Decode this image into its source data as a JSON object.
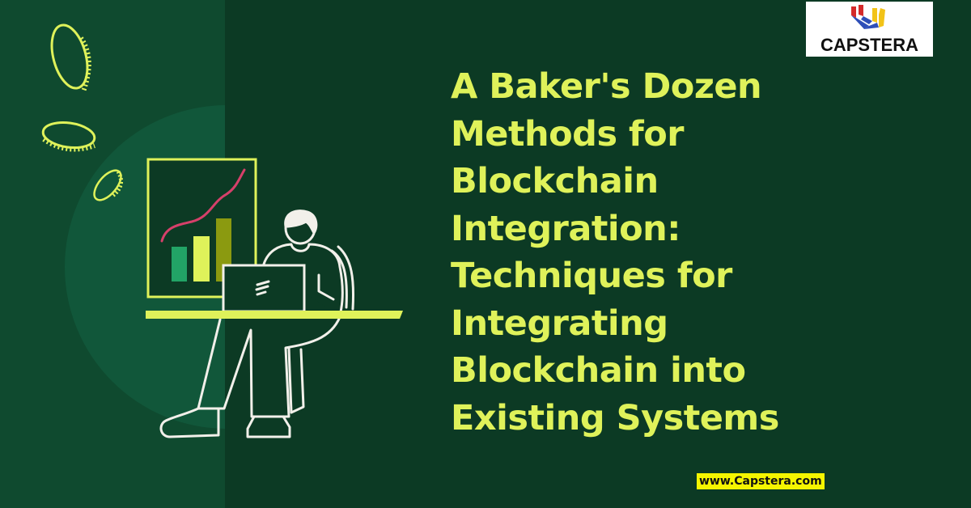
{
  "title": {
    "lines": [
      "A Baker's Dozen",
      "Methods for",
      "Blockchain",
      "Integration:",
      "Techniques for",
      "Integrating",
      "Blockchain into",
      "Existing Systems"
    ]
  },
  "logo": {
    "text": "CAPSTERA",
    "icon": "capstera-cube-logo-icon"
  },
  "footer": {
    "url": "www.Capstera.com"
  },
  "illustration": {
    "icons": [
      "coin-icon",
      "coin-icon",
      "coin-icon",
      "growth-chart-icon",
      "person-at-laptop-icon"
    ],
    "colors": {
      "accent": "#dff25a",
      "line": "#d6406a",
      "bar1": "#22a466",
      "bar2": "#dff25a",
      "bar3": "#8b9a10",
      "outline": "#f2f0ea"
    }
  },
  "colors": {
    "background_dark": "#0c3a24",
    "background_left": "#0f4a2f",
    "circle": "#11573a",
    "title": "#dff25a",
    "url_highlight": "#f5f500"
  }
}
